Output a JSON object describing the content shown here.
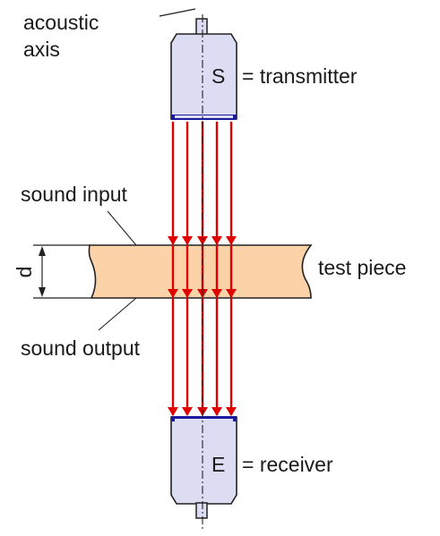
{
  "labels": {
    "acoustic_axis_line1": "acoustic",
    "acoustic_axis_line2": "axis",
    "transmitter_letter": "S",
    "transmitter_text": "= transmitter",
    "sound_input": "sound input",
    "thickness": "d",
    "test_piece": "test piece",
    "sound_output": "sound output",
    "receiver_letter": "E",
    "receiver_text": "= receiver"
  },
  "colors": {
    "probe_fill": "#dcdcf2",
    "probe_stroke": "#222222",
    "probe_face": "#1a1aa0",
    "beam": "#e00000",
    "test_piece_fill": "#fcd2a8",
    "outline": "#222222"
  }
}
